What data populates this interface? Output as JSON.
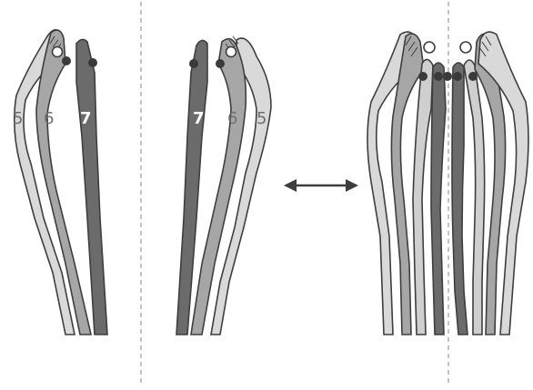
{
  "labels": {
    "left": {
      "outer": "5",
      "middle": "6",
      "inner": "7"
    },
    "middle": {
      "inner": "7",
      "middle": "6",
      "outer": "5"
    }
  },
  "arrow": {
    "direction": "both",
    "meaning": "transition"
  },
  "colors": {
    "background": "#ffffff",
    "strip_light": "#d9d9d9",
    "strip_mid": "#a6a6a6",
    "strip_dark": "#6b6b6b",
    "outline": "#3e3e3e",
    "joint": "#3a3a3a",
    "divider": "#8a8a8a"
  }
}
